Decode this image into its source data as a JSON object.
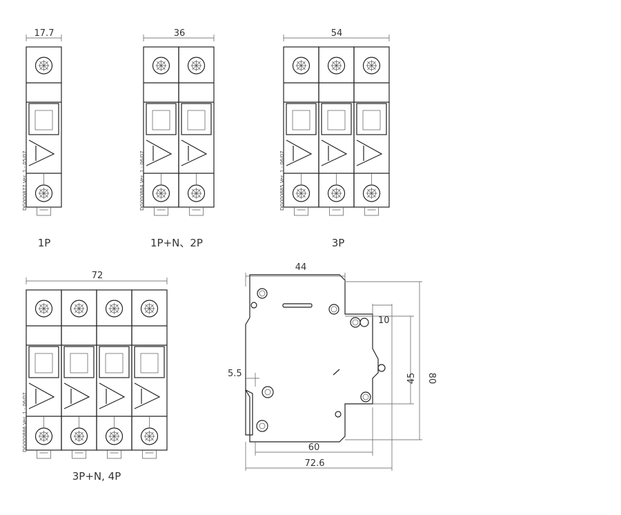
{
  "breakers": [
    {
      "id": "1p",
      "caption": "1P",
      "width_label": "17.7",
      "poles": 1,
      "code": "DG000877 Ver. 1 - 05/07"
    },
    {
      "id": "2p",
      "caption": "1P+N、2P",
      "width_label": "36",
      "poles": 2,
      "code": "DG000884 Ver. 1 - 06/07"
    },
    {
      "id": "3p",
      "caption": "3P",
      "width_label": "54",
      "poles": 3,
      "code": "DG000885 Ver. 1 - 06/07"
    },
    {
      "id": "4p",
      "caption": "3P+N, 4P",
      "width_label": "72",
      "poles": 4,
      "code": "DG000886 Ver. 1 - 06/07"
    }
  ],
  "side_view": {
    "dims": {
      "top": "44",
      "inner": "10",
      "mid_height": "45",
      "height": "80",
      "din_offset": "5.5",
      "base": "60",
      "depth": "72.6"
    }
  }
}
